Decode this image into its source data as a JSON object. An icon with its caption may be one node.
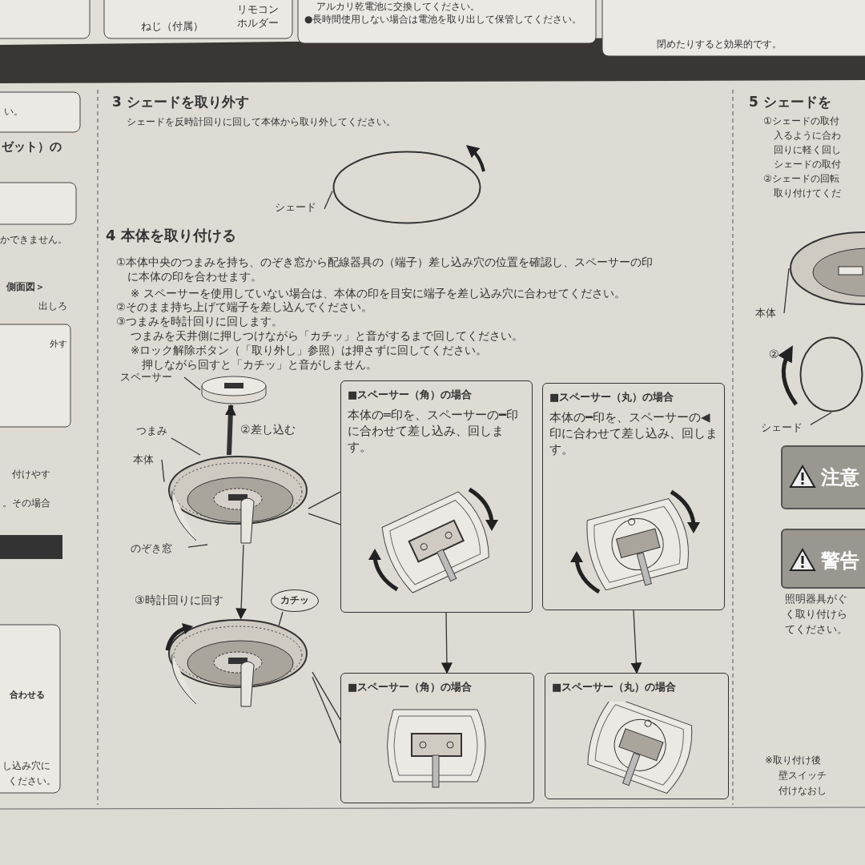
{
  "diagram": {
    "nodes": [
      {
        "text": [
          "シェード"
        ]
      },
      {
        "text": [],
        "shape": "circle"
      },
      {
        "text": [
          "スペーサー"
        ]
      },
      {
        "text": [],
        "shape": "picture"
      },
      {
        "text": [
          "つまみ"
        ]
      },
      {
        "text": [
          "本体"
        ]
      },
      {
        "text": [
          "のぞき窓"
        ]
      },
      {
        "text": [],
        "shape": "picture"
      },
      {
        "text": [
          "■スペーサー（角）の場合",
          "本体の═印を、スペーサーの━印に合わせて差し込み、回します。"
        ]
      },
      {
        "text": [
          "■スペーサー（丸）の場合",
          "本体の━印を、スペーサーの◀印に合わせて差し込み、回します。"
        ]
      },
      {
        "text": [],
        "shape": "picture"
      },
      {
        "text": [
          "カチッ"
        ]
      },
      {
        "text": [
          "■スペーサー（角）の場合"
        ]
      },
      {
        "text": [
          "■スペーサー（丸）の場合"
        ]
      },
      {
        "text": [
          "本体"
        ]
      },
      {
        "text": [],
        "shape": "picture"
      },
      {
        "text": [
          "シェード"
        ]
      },
      {
        "text": [],
        "shape": "circle"
      },
      {
        "text": [
          "注意"
        ]
      },
      {
        "text": [
          "警告"
        ],
        "beside": [
          "照明器具がぐ",
          "く取り付けら",
          "てください。"
        ]
      }
    ],
    "edges": [
      {
        "from": 0,
        "to": 1,
        "arrow": "none"
      },
      {
        "from": 2,
        "to": 3,
        "arrow": "none"
      },
      {
        "from": 4,
        "to": 7,
        "arrow": "none"
      },
      {
        "from": 5,
        "to": 7,
        "arrow": "none"
      },
      {
        "from": 6,
        "to": 7,
        "arrow": "none"
      },
      {
        "from": 7,
        "to": 3,
        "arrow": "to",
        "label": "②差し込む",
        "style": "thick"
      },
      {
        "from": 7,
        "to": 10,
        "arrow": "to"
      },
      {
        "from": 11,
        "to": 10,
        "arrow": "none"
      },
      {
        "from": 7,
        "to": 8,
        "arrow": "none"
      },
      {
        "from": 10,
        "to": 12,
        "arrow": "none"
      },
      {
        "from": 8,
        "to": 12,
        "arrow": "to"
      },
      {
        "from": 9,
        "to": 13,
        "arrow": "to"
      },
      {
        "from": 14,
        "to": 15,
        "arrow": "none"
      },
      {
        "from": 16,
        "to": 17,
        "arrow": "none"
      }
    ],
    "labels": [
      "3 シェードを取り外す",
      "シェードを反時計回りに回して本体から取り外してください。",
      "4 本体を取り付ける",
      "①本体中央のつまみを持ち、のぞき窓から配線器具の（端子）差し込み穴の位置を確認し、スペーサーの印に本体の印を合わせます。",
      "※ スペーサーを使用していない場合は、本体の印を目安に端子を差し込み穴に合わせてください。",
      "②そのまま持ち上げて端子を差し込んでください。",
      "③つまみを時計回りに回します。",
      "つまみを天井側に押しつけながら「カチッ」と音がするまで回してください。",
      "※ロック解除ボタン（「取り外し」参照）は押さずに回してください。押しながら回すと「カチッ」と音がしません。",
      "③時計回りに回す",
      "ねじ（付属）",
      "リモコンホルダー",
      "アルカリ乾電池に交換してください。",
      "●長時間使用しない場合は電池を取り出して保管してください。",
      "閉めたりすると効果的です。",
      "い。",
      "ゼット）の",
      "かできません。",
      "側面図＞",
      "出しろ",
      "外す",
      "付けやす",
      "。その場合",
      "合わせる",
      "し込み穴に",
      "ください。",
      "5 シェードを",
      "①シェードの取付",
      "入るように合わ",
      "回りに軽く回し",
      "シェードの取付",
      "②シェードの回転",
      "取り付けてくだ",
      "②",
      "※取り付け後",
      "壁スイッチ",
      "付けなおし"
    ]
  }
}
